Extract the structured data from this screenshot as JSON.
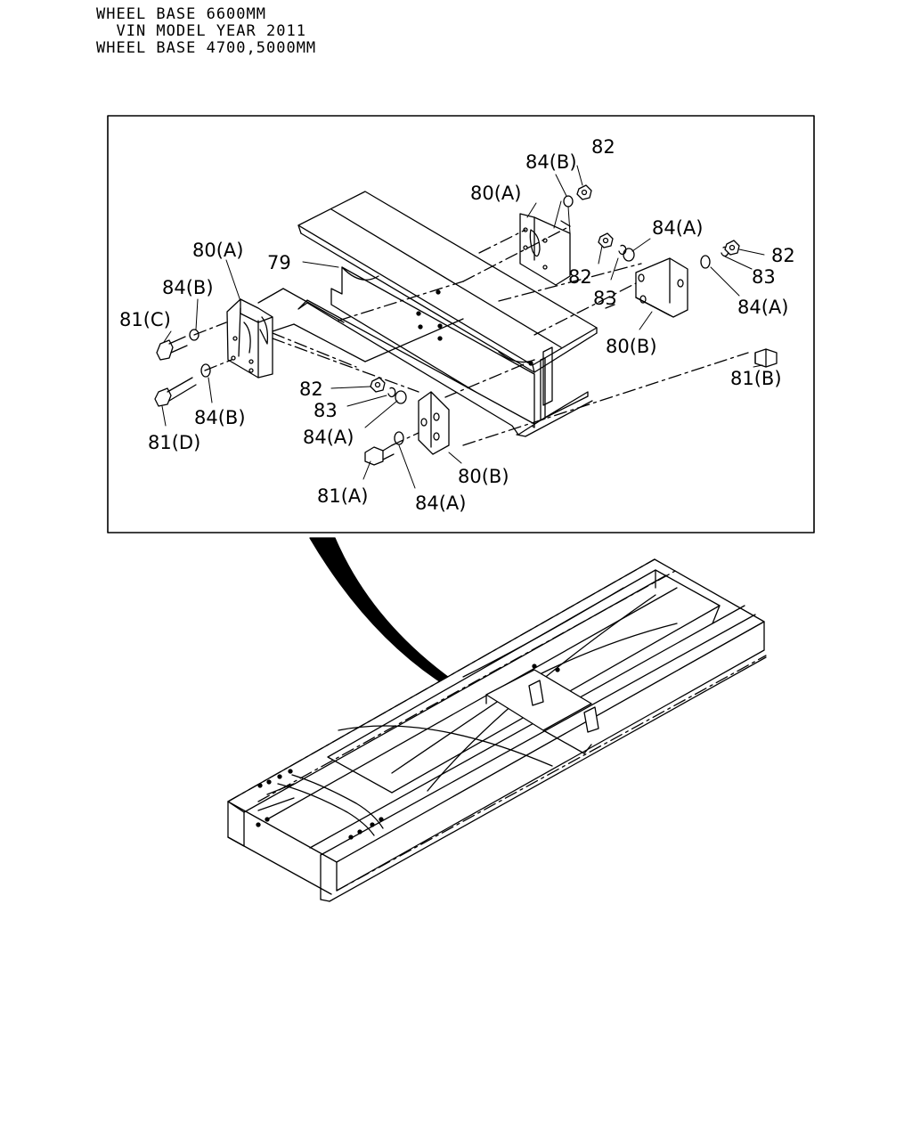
{
  "header": {
    "line1": "WHEEL BASE 6600MM",
    "line2": "  VIN MODEL YEAR 2011",
    "line3": "WHEEL BASE 4700,5000MM"
  },
  "callouts": {
    "p84b_top": "84(B)",
    "p82_top": "82",
    "p80a_right": "80(A)",
    "p84a_upper": "84(A)",
    "p82_mid": "82",
    "p82_far": "82",
    "p83_mid": "83",
    "p83_far": "83",
    "p84a_right": "84(A)",
    "p80b_right": "80(B)",
    "p81b": "81(B)",
    "p80a_left": "80(A)",
    "p79": "79",
    "p84b_left": "84(B)",
    "p81c": "81(C)",
    "p84b_lower": "84(B)",
    "p81d": "81(D)",
    "p82_low": "82",
    "p83_low": "83",
    "p84a_low": "84(A)",
    "p80b_low": "80(B)",
    "p81a": "81(A)",
    "p84a_bottom": "84(A)"
  }
}
